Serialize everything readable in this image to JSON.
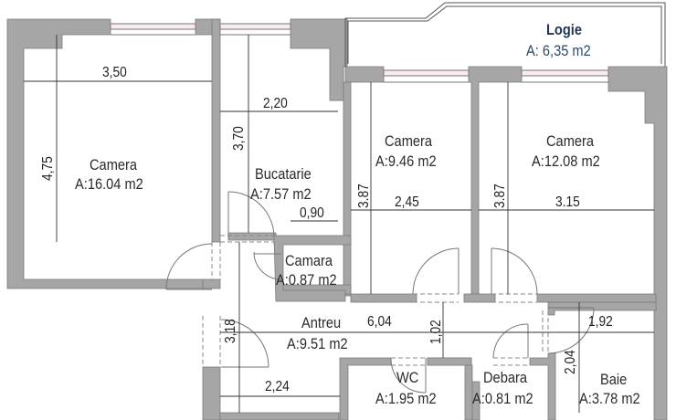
{
  "plan": {
    "colors": {
      "wall": "#a6a6a6",
      "wall_edge": "#6e6e6e",
      "window": "#b89a9a",
      "text": "#2b2b2b",
      "logie_title": "#1f3552",
      "logie_area": "#2d4868"
    },
    "rooms": [
      {
        "id": "camera-1",
        "name": "Camera",
        "area": "A:16.04 m2"
      },
      {
        "id": "bucatarie",
        "name": "Bucatarie",
        "area": "A:7.57 m2"
      },
      {
        "id": "camera-2",
        "name": "Camera",
        "area": "A:9.46 m2"
      },
      {
        "id": "camera-3",
        "name": "Camera",
        "area": "A:12.08 m2"
      },
      {
        "id": "camara",
        "name": "Camara",
        "area": "A:0.87 m2"
      },
      {
        "id": "antreu",
        "name": "Antreu",
        "area": "A:9.51 m2"
      },
      {
        "id": "wc",
        "name": "WC",
        "area": "A:1.95 m2"
      },
      {
        "id": "debara",
        "name": "Debara",
        "area": "A:0.81 m2"
      },
      {
        "id": "baie",
        "name": "Baie",
        "area": "A:3.78 m2"
      },
      {
        "id": "logie",
        "name": "Logie",
        "area": "A: 6,35 m2"
      }
    ],
    "dimensions": {
      "camera1_width": "3,50",
      "camera1_depth": "4,75",
      "bucatarie_width": "2,20",
      "bucatarie_depth": "3,70",
      "camara_width": "0,90",
      "camera2_depth": "3.87",
      "camera2_width": "2,45",
      "camera3_depth": "3.87",
      "camera3_width": "3.15",
      "antreu_length": "6,04",
      "antreu_width": "1,02",
      "antreu_entry": "3,18",
      "antreu_lower": "2,24",
      "baie_width": "1,92",
      "baie_depth": "2,04"
    }
  }
}
